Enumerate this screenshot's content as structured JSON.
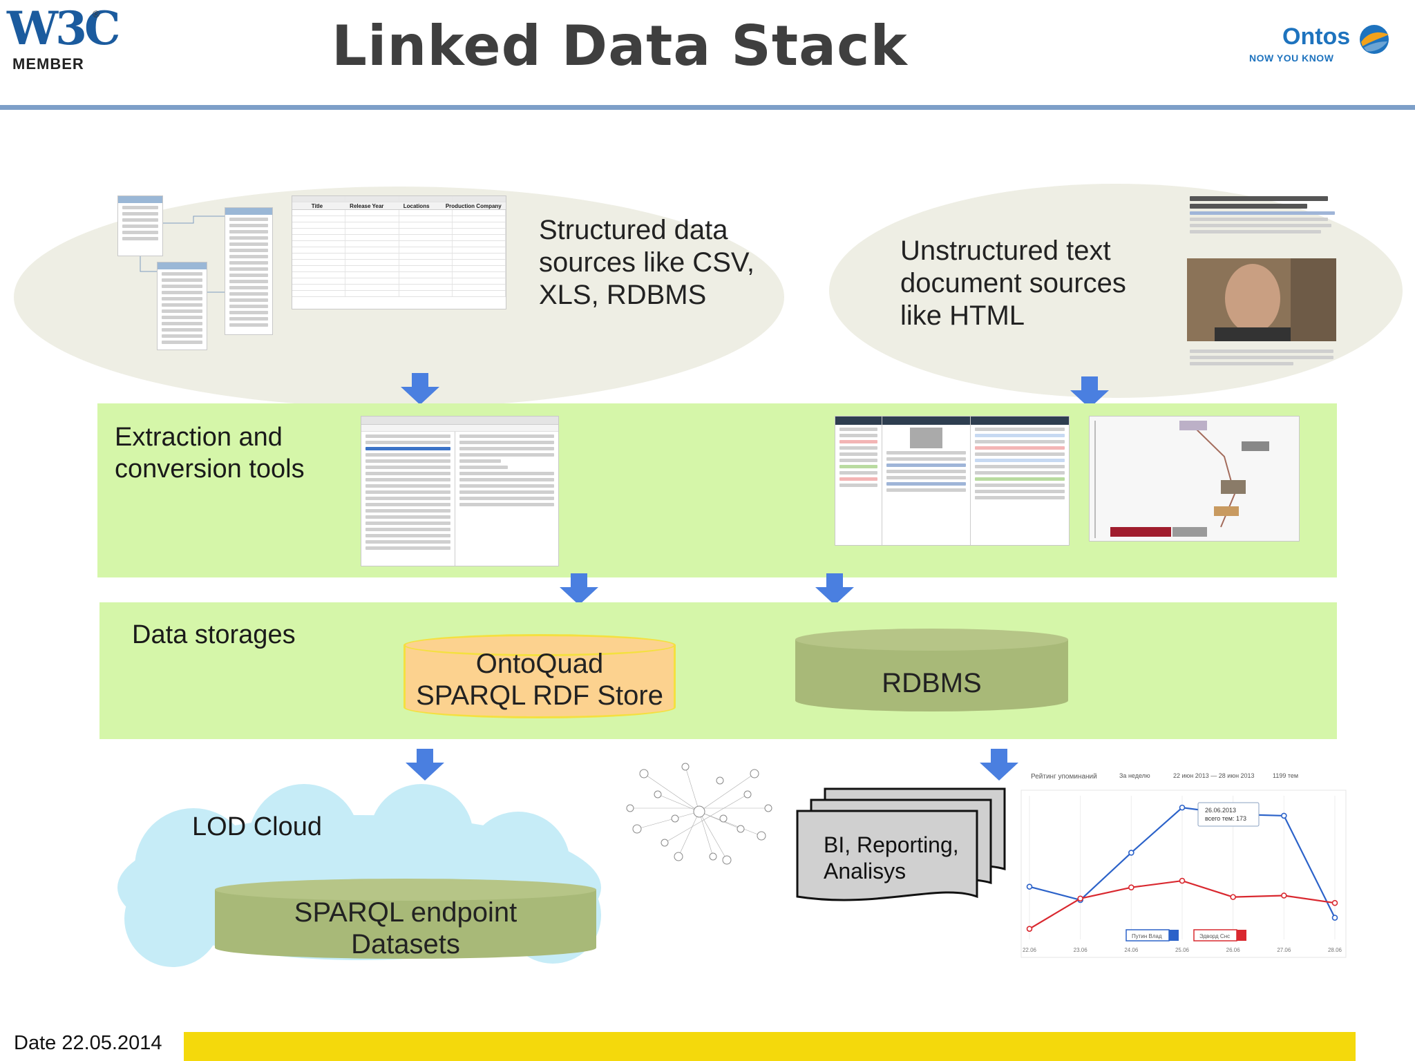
{
  "header": {
    "w3c_logo": "W3C",
    "w3c_reg": "®",
    "w3c_member": "MEMBER",
    "title": "Linked Data Stack",
    "ontos_name": "Ontos",
    "ontos_tagline": "NOW YOU KNOW",
    "ontos_logo_icon": "ontos-globe-icon",
    "rule_color": "#7d9fc8"
  },
  "sources": {
    "structured_text": [
      "Structured data",
      "sources like CSV,",
      "XLS, RDBMS"
    ],
    "unstructured_text": [
      "Unstructured text",
      "document sources",
      "like HTML"
    ],
    "spreadsheet_header": [
      "Title",
      "Release Year",
      "Locations",
      "Production Company"
    ]
  },
  "extraction": {
    "label": [
      "Extraction and",
      "conversion tools"
    ]
  },
  "storages": {
    "label": "Data storages",
    "ontoquad": [
      "OntoQuad",
      "SPARQL RDF Store"
    ],
    "rdbms": "RDBMS",
    "ontoquad_color": "#fcd28f",
    "rdbms_color": "#a8b978"
  },
  "consumers": {
    "lod_cloud": "LOD Cloud",
    "sparql_endpoint": [
      "SPARQL endpoint",
      "Datasets"
    ],
    "bi": [
      "BI, Reporting,",
      "Analisys"
    ],
    "band_color": "#d5f6a9",
    "cloud_color": "#c6ecf7"
  },
  "chart_data": {
    "type": "line",
    "title": "Рейтинг упоминаний",
    "header_labels": [
      "За неделю",
      "22 июн 2013 — 28 июн 2013",
      "1199 тем"
    ],
    "categories": [
      "22.06",
      "23.06",
      "24.06",
      "25.06",
      "26.06",
      "27.06",
      "28.06"
    ],
    "series": [
      {
        "name": "Путин Влад",
        "color": "#2b62c9",
        "values": [
          62,
          44,
          108,
          169,
          160,
          158,
          20
        ]
      },
      {
        "name": "Эдворд Снс",
        "color": "#d9282f",
        "values": [
          5,
          46,
          61,
          70,
          48,
          50,
          40
        ]
      }
    ],
    "tooltip": [
      "26.06.2013",
      "всего тем: 173"
    ],
    "ylim": [
      0,
      185
    ],
    "grid": true,
    "legend": "bottom-center"
  },
  "footer": {
    "date": "Date 22.05.2014",
    "bar_color": "#f4d90c"
  }
}
